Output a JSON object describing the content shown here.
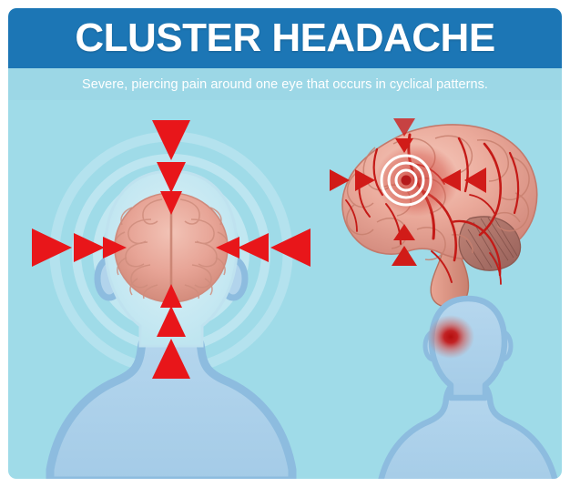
{
  "poster": {
    "title": "CLUSTER HEADACHE",
    "subtitle": "Severe, piercing pain around one eye that occurs in cyclical patterns.",
    "colors": {
      "header_blue": "#1c76b5",
      "subtitle_blue": "#9cd7e6",
      "background_cyan": "#9fdbe8",
      "arrow_red": "#e8161a",
      "body_fill": "#a9cfe8",
      "body_outline": "#8dbcdf",
      "brain_pink": "#e8a99b",
      "brain_vessel_red": "#c41a17",
      "pain_spot_red": "#c00d0d",
      "halo_ring": "#b9e4ef",
      "target_ring_white": "#ffffff"
    }
  },
  "figures": {
    "head_front": {
      "name": "front-facing head with brain and converging pain arrows",
      "halo_rings": 3,
      "arrow_directions": [
        "top",
        "bottom",
        "left",
        "right"
      ],
      "arrows_per_direction": 3,
      "brain_view": "superior (top-down) two hemispheres"
    },
    "brain_lateral": {
      "name": "lateral brain with vasculature and pain target",
      "target_rings": 3,
      "arrow_directions": [
        "top",
        "bottom",
        "left",
        "right"
      ],
      "arrows_per_direction": 2,
      "features": [
        "cerebral cortex",
        "cerebellum",
        "brainstem",
        "blood vessels"
      ]
    },
    "head_profile": {
      "name": "head and shoulders silhouette with one-eye pain spot",
      "pain_location": "left eye",
      "pain_spot_style": "radial red glow"
    }
  }
}
